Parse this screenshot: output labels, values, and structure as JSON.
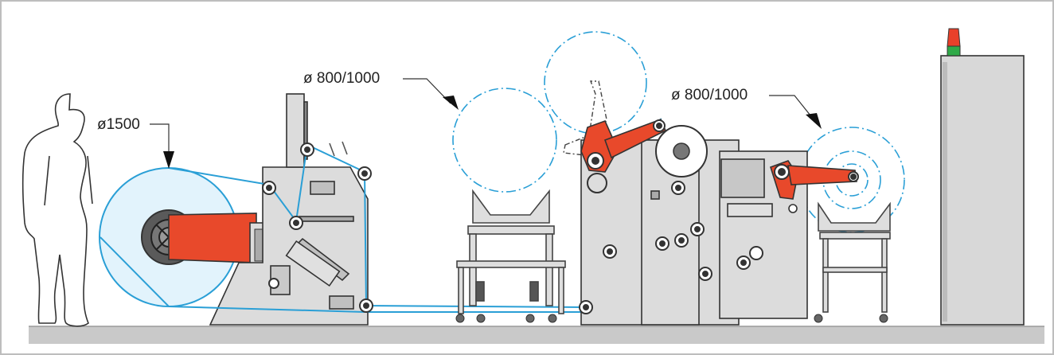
{
  "dimensions": {
    "unwind_diameter": "ø1500",
    "rewind_diameter_middle": "ø 800/1000",
    "rewind_diameter_right": "ø 800/1000"
  },
  "colors": {
    "machine_gray": "#dcdcdc",
    "machine_outline": "#444444",
    "arm_red": "#e8492b",
    "web_blue": "#2a9fd6",
    "roll_light_blue": "#dff1fb",
    "dashed_blue": "#2a9fd6",
    "floor_gray": "#c8c8c8",
    "signal_red": "#e8402a",
    "signal_green": "#2faa48"
  }
}
